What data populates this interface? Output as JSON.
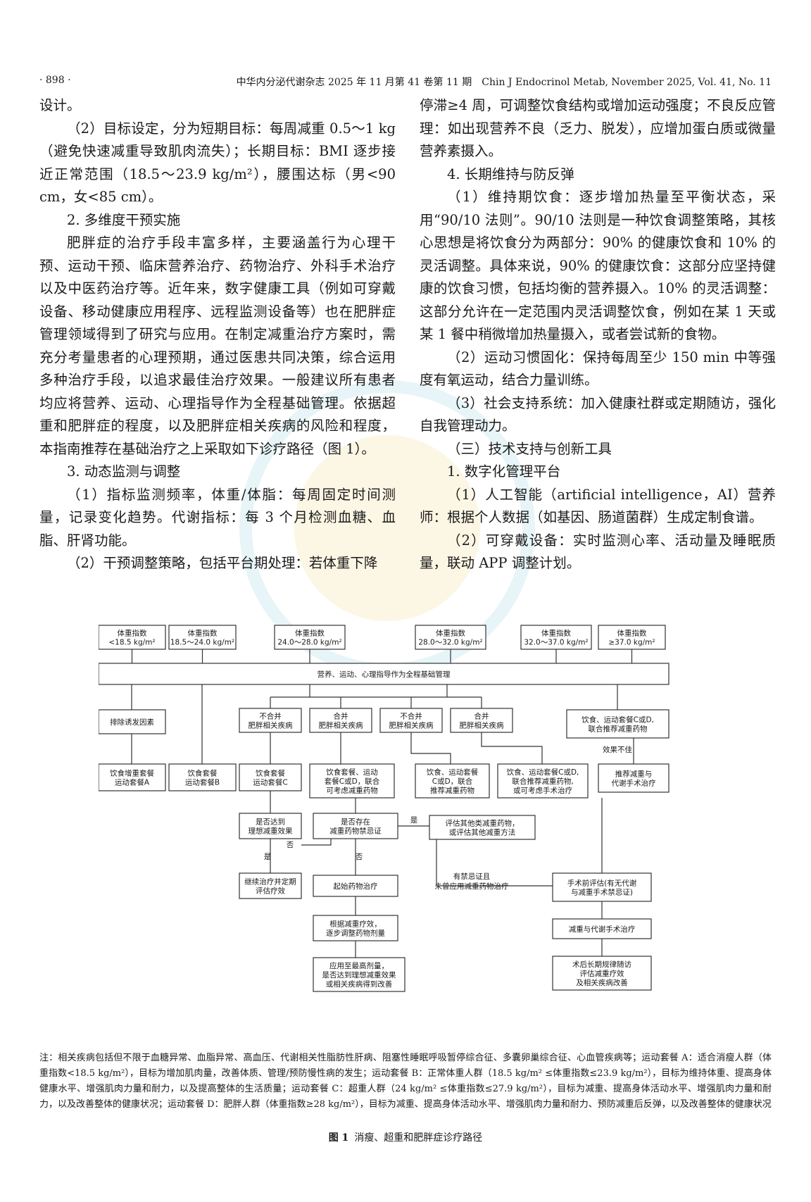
{
  "header": {
    "page_number": "· 898 ·",
    "journal": "中华内分泌代谢杂志 2025 年 11 月第 41 卷第 11 期　Chin J Endocrinol Metab, November 2025, Vol. 41, No. 11"
  },
  "left_column": [
    {
      "text": "设计。",
      "indent": false
    },
    {
      "text": "（2）目标设定，分为短期目标：每周减重 0.5～1 kg（避免快速减重导致肌肉流失）；长期目标：BMI 逐步接近正常范围（18.5～23.9 kg/m²），腰围达标（男<90 cm，女<85 cm）。",
      "indent": true
    },
    {
      "text": "2. 多维度干预实施",
      "indent": true
    },
    {
      "text": "肥胖症的治疗手段丰富多样，主要涵盖行为心理干预、运动干预、临床营养治疗、药物治疗、外科手术治疗以及中医药治疗等。近年来，数字健康工具（例如可穿戴设备、移动健康应用程序、远程监测设备等）也在肥胖症管理领域得到了研究与应用。在制定减重治疗方案时，需充分考量患者的心理预期，通过医患共同决策，综合运用多种治疗手段，以追求最佳治疗效果。一般建议所有患者均应将营养、运动、心理指导作为全程基础管理。依据超重和肥胖症的程度，以及肥胖症相关疾病的风险和程度，本指南推荐在基础治疗之上采取如下诊疗路径（图 1）。",
      "indent": true
    },
    {
      "text": "3. 动态监测与调整",
      "indent": true
    },
    {
      "text": "（1）指标监测频率，体重/体脂：每周固定时间测量，记录变化趋势。代谢指标：每 3 个月检测血糖、血脂、肝肾功能。",
      "indent": true
    },
    {
      "text": "（2）干预调整策略，包括平台期处理：若体重下降",
      "indent": true
    }
  ],
  "right_column": [
    {
      "text": "停滞≥4 周，可调整饮食结构或增加运动强度；不良反应管理：如出现营养不良（乏力、脱发），应增加蛋白质或微量营养素摄入。",
      "indent": false
    },
    {
      "text": "4. 长期维持与防反弹",
      "indent": true
    },
    {
      "text": "（1）维持期饮食：逐步增加热量至平衡状态，采用“90/10 法则”。90/10 法则是一种饮食调整策略，其核心思想是将饮食分为两部分：90% 的健康饮食和 10% 的灵活调整。具体来说，90% 的健康饮食：这部分应坚持健康的饮食习惯，包括均衡的营养摄入。10% 的灵活调整：这部分允许在一定范围内灵活调整饮食，例如在某 1 天或某 1 餐中稍微增加热量摄入，或者尝试新的食物。",
      "indent": true
    },
    {
      "text": "（2）运动习惯固化：保持每周至少 150 min 中等强度有氧运动，结合力量训练。",
      "indent": true
    },
    {
      "text": "（3）社会支持系统：加入健康社群或定期随访，强化自我管理动力。",
      "indent": true
    },
    {
      "text": "（三）技术支持与创新工具",
      "indent": true
    },
    {
      "text": "1. 数字化管理平台",
      "indent": true
    },
    {
      "text": "（1）人工智能（artificial intelligence，AI）营养师：根据个人数据（如基因、肠道菌群）生成定制食谱。",
      "indent": true
    },
    {
      "text": "（2）可穿戴设备：实时监测心率、活动量及睡眠质量，联动 APP 调整计划。",
      "indent": true
    }
  ],
  "figure": {
    "bmi_boxes": [
      [
        "体重指数",
        "<18.5 kg/m²"
      ],
      [
        "体重指数",
        "18.5～24.0 kg/m²"
      ],
      [
        "体重指数",
        "24.0～28.0 kg/m²"
      ],
      [
        "体重指数",
        "28.0～32.0 kg/m²"
      ],
      [
        "体重指数",
        "32.0～37.0 kg/m²"
      ],
      [
        "体重指数",
        "≥37.0 kg/m²"
      ]
    ],
    "base_management": "营养、运动、心理指导作为全程基础管理",
    "exclude": "排除诱发因素",
    "no_comorbid_1": [
      "不合并",
      "肥胖相关疾病"
    ],
    "comorbid_1": [
      "合并",
      "肥胖相关疾病"
    ],
    "no_comorbid_2": [
      "不合并",
      "肥胖相关疾病"
    ],
    "comorbid_2": [
      "合并",
      "肥胖相关疾病"
    ],
    "diet_cd_drug": [
      "饮食、运动套餐C或D,",
      "联合推荐减重药物"
    ],
    "ineffective": "效果不佳",
    "pkg_a": [
      "饮食增重套餐",
      "运动套餐A"
    ],
    "pkg_b": [
      "饮食套餐",
      "运动套餐B"
    ],
    "pkg_c": [
      "饮食套餐",
      "运动套餐C"
    ],
    "pkg_cd_drug": [
      "饮食套餐、运动",
      "套餐C或D，联合",
      "可考虑减重药物"
    ],
    "pkg_cd_rec": [
      "饮食、运动套餐",
      "C或D，联合",
      "推荐减重药物"
    ],
    "pkg_cd_surgery": [
      "饮食、运动套餐C或D,",
      "联合推荐减重药物,",
      "或可考虑手术治疗"
    ],
    "rec_surgery": [
      "推荐减重与",
      "代谢手术治疗"
    ],
    "reach_goal": [
      "是否达到",
      "理想减重效果"
    ],
    "contraindication": [
      "是否存在",
      "减重药物禁忌证"
    ],
    "eval_other": [
      "评估其他类减重药物，",
      "或评估其他减重方法"
    ],
    "yes": "是",
    "no": "否",
    "continue": [
      "继续治疗并定期",
      "评估疗效"
    ],
    "start_drug": "起始药物治疗",
    "contra_never": [
      "有禁忌证且",
      "未曾应用减重药物治疗"
    ],
    "pre_surgery": [
      "手术前评估(有无代谢",
      "与减重手术禁忌证)"
    ],
    "adjust_dose": [
      "根据减重疗效，",
      "逐步调整药物剂量"
    ],
    "surgery": "减重与代谢手术治疗",
    "max_dose": [
      "应用至最高剂量，",
      "是否达到理想减重效果",
      "或相关疾病得到改善"
    ],
    "followup": [
      "术后长期规律随访",
      "评估减重疗效",
      "及相关疾病改善"
    ]
  },
  "note": "注：相关疾病包括但不限于血糖异常、血脂异常、高血压、代谢相关性脂肪性肝病、阻塞性睡眠呼吸暂停综合征、多囊卵巢综合征、心血管疾病等；运动套餐 A：适合消瘦人群（体重指数<18.5 kg/m²），目标为增加肌肉量，改善体质、管理/预防慢性病的发生；运动套餐 B：正常体重人群（18.5 kg/m² ≤体重指数≤23.9 kg/m²），目标为维持体重、提高身体健康水平、增强肌肉力量和耐力，以及提高整体的生活质量；运动套餐 C：超重人群（24 kg/m² ≤体重指数≤27.9 kg/m²），目标为减重、提高身体活动水平、增强肌肉力量和耐力，以及改善整体的健康状况；运动套餐 D：肥胖人群（体重指数≥28 kg/m²），目标为减重、提高身体活动水平、增强肌肉力量和耐力、预防减重后反弹，以及改善整体的健康状况",
  "caption": {
    "label": "图 1",
    "text": "消瘦、超重和肥胖症诊疗路径"
  }
}
